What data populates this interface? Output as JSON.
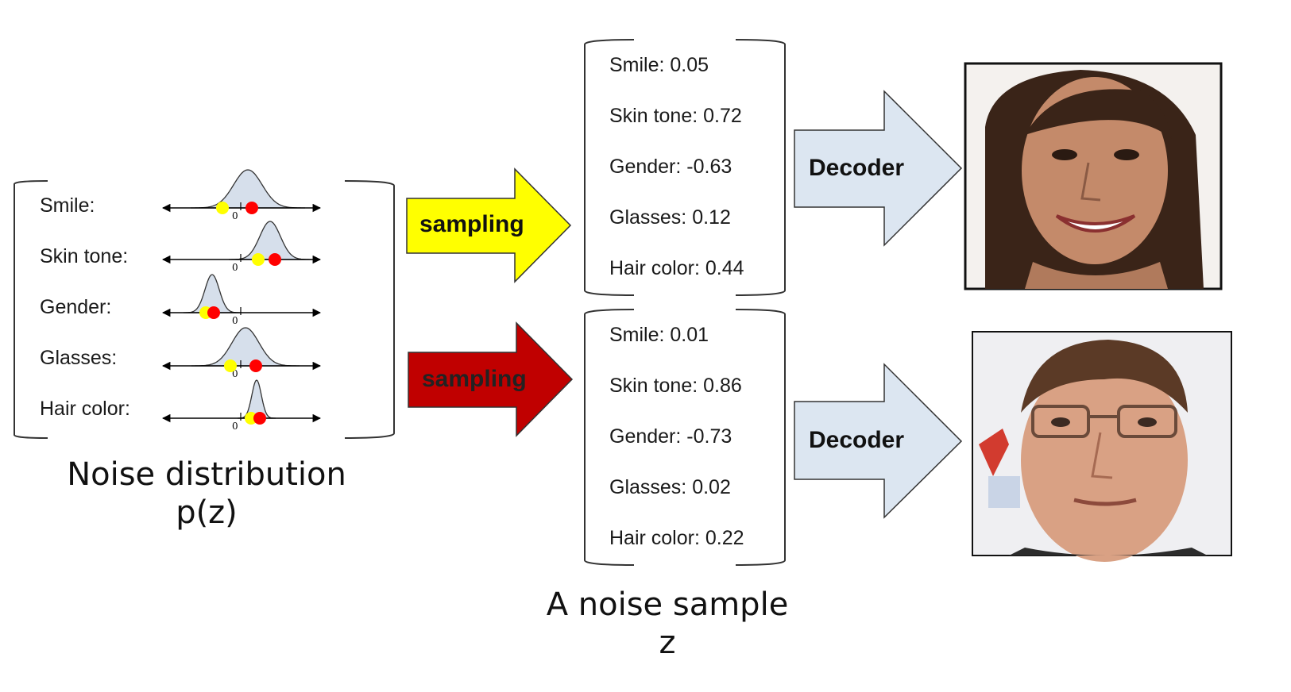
{
  "distribution": {
    "labels": [
      "Smile:",
      "Skin tone:",
      "Gender:",
      "Glasses:",
      "Hair color:"
    ],
    "zero_label": "0",
    "caption_line1": "Noise distribution",
    "caption_line2": "p(z)"
  },
  "arrows": {
    "sampling_top": "sampling",
    "sampling_bottom": "sampling",
    "decoder_top": "Decoder",
    "decoder_bottom": "Decoder"
  },
  "sample_top": [
    "Smile: 0.05",
    "Skin tone: 0.72",
    "Gender: -0.63",
    "Glasses: 0.12",
    "Hair color: 0.44"
  ],
  "sample_bottom": [
    "Smile: 0.01",
    "Skin tone: 0.86",
    "Gender: -0.73",
    "Glasses: 0.02",
    "Hair color: 0.22"
  ],
  "sample_caption_line1": "A noise sample",
  "sample_caption_line2": "z",
  "colors": {
    "sampling_top_fill": "#ffff00",
    "sampling_bottom_fill": "#c00000",
    "decoder_fill": "#dce6f1",
    "curve_fill": "#d6dfeb",
    "dot_yellow": "#ffff00",
    "dot_red": "#ff0000"
  }
}
